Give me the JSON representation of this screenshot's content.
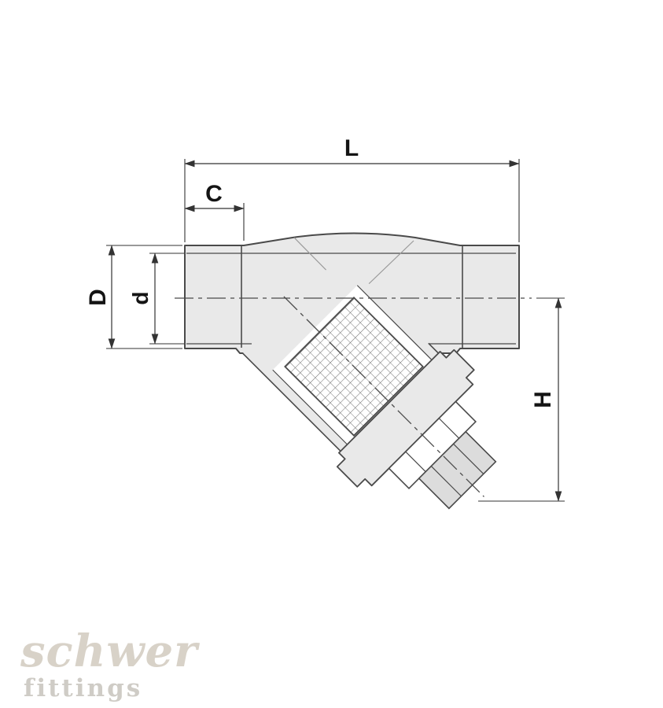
{
  "drawing": {
    "type": "technical-dimension-drawing",
    "subject": "y-strainer-cross-section",
    "dimensions": {
      "length_label": "L",
      "socket_depth_label": "C",
      "outer_diameter_label": "D",
      "inner_diameter_label": "d",
      "height_label": "H"
    }
  },
  "logo": {
    "name": "schwer",
    "tagline": "fittings"
  },
  "colors": {
    "line": "#4a4a4a",
    "dim": "#333333",
    "fill-body": "#e9e9e9",
    "fill-end": "#dcdcdc",
    "mesh": "#6b6b6b",
    "center": "#4a4a4a",
    "text": "#141414",
    "logo": "#d8d2c8",
    "logo-tagline": "#cfccc6",
    "bg": "#ffffff"
  }
}
